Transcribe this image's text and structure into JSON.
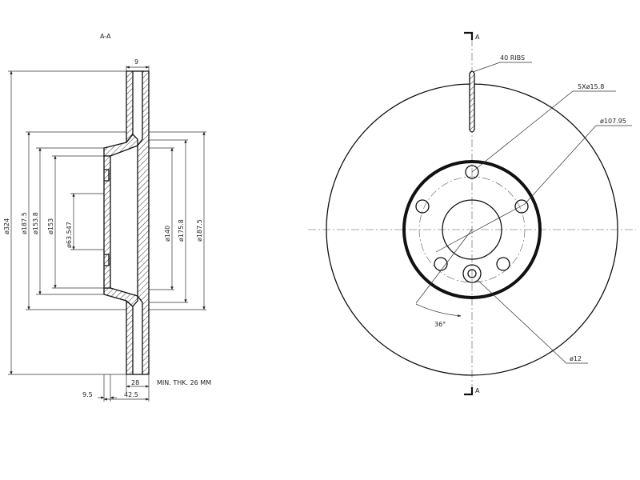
{
  "section_label": "A-A",
  "section_marker": "A",
  "dimensions": {
    "dia_324": "ø324",
    "dia_187_5_left": "ø187.5",
    "dia_153_8": "ø153.8",
    "dia_153": "ø153",
    "dia_63_547": "ø63.547",
    "dia_140": "ø140",
    "dia_175_8": "ø175.8",
    "dia_187_5_right": "ø187.5",
    "width_9": "9",
    "width_28": "28",
    "width_9_5": "9.5",
    "width_42_5": "42.5",
    "min_thk": "MIN. THK. 26 MM",
    "ribs": "40 RIBS",
    "bolt_holes": "5Xø15.8",
    "pcd": "ø107.95",
    "angle": "36°",
    "hole_12": "ø12"
  }
}
